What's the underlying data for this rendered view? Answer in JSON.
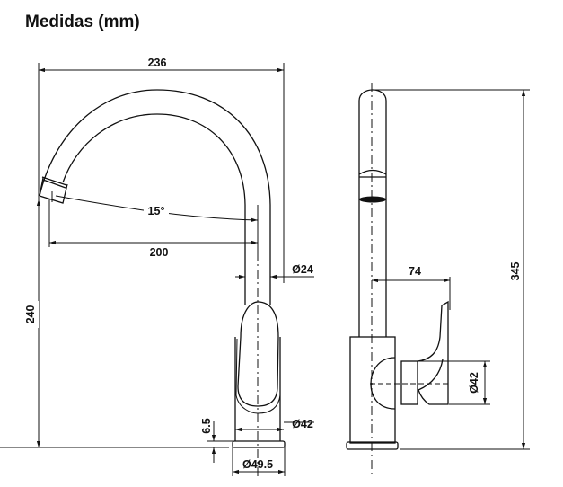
{
  "title": "Medidas (mm)",
  "front_view": {
    "width_total": "236",
    "angle": "15°",
    "reach": "200",
    "spout_diameter": "Ø24",
    "height": "240",
    "body_diameter": "Ø42",
    "base_thickness": "6.5",
    "base_diameter": "Ø49.5"
  },
  "side_view": {
    "handle_offset": "74",
    "height_total": "345",
    "handle_diameter": "Ø42"
  }
}
